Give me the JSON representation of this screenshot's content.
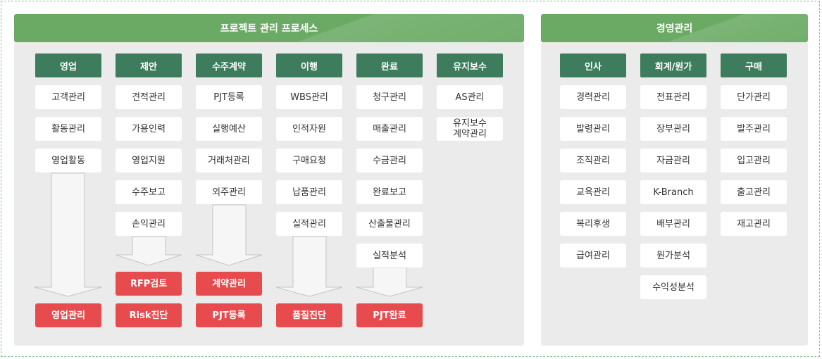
{
  "left_panel": {
    "title": "프로젝트 관리 프로세스",
    "columns": [
      {
        "head": "영업",
        "items": [
          "고객관리",
          "활동관리",
          "영업활동"
        ],
        "outputs": [
          "영업관리"
        ]
      },
      {
        "head": "제안",
        "items": [
          "견적관리",
          "가용인력",
          "영업지원",
          "수주보고",
          "손익관리"
        ],
        "outputs": [
          "RFP검토",
          "Risk진단"
        ]
      },
      {
        "head": "수주계약",
        "items": [
          "PJT등록",
          "실행예산",
          "거래처관리",
          "외주관리"
        ],
        "outputs": [
          "계약관리",
          "PJT등록"
        ]
      },
      {
        "head": "이행",
        "items": [
          "WBS관리",
          "인적자원",
          "구매요청",
          "납품관리",
          "실적관리"
        ],
        "outputs": [
          "품질진단"
        ]
      },
      {
        "head": "완료",
        "items": [
          "청구관리",
          "매출관리",
          "수금관리",
          "완료보고",
          "산출물관리",
          "실적분석"
        ],
        "outputs": [
          "PJT완료"
        ]
      },
      {
        "head": "유지보수",
        "items": [
          "AS관리",
          "유지보수\n계약관리"
        ],
        "outputs": []
      }
    ]
  },
  "right_panel": {
    "title": "경영관리",
    "columns": [
      {
        "head": "인사",
        "items": [
          "경력관리",
          "발령관리",
          "조직관리",
          "교육관리",
          "복리후생",
          "급여관리"
        ]
      },
      {
        "head": "회계/원가",
        "items": [
          "전표관리",
          "장부관리",
          "자금관리",
          "K-Branch",
          "배부관리",
          "원가분석",
          "수익성분석"
        ]
      },
      {
        "head": "구매",
        "items": [
          "단가관리",
          "발주관리",
          "입고관리",
          "출고관리",
          "재고관리"
        ]
      }
    ]
  },
  "colors": {
    "panel_header": "#6aaa64",
    "column_head": "#3d7c5d",
    "output_red": "#e84b4e",
    "panel_bg": "#ebebeb"
  }
}
